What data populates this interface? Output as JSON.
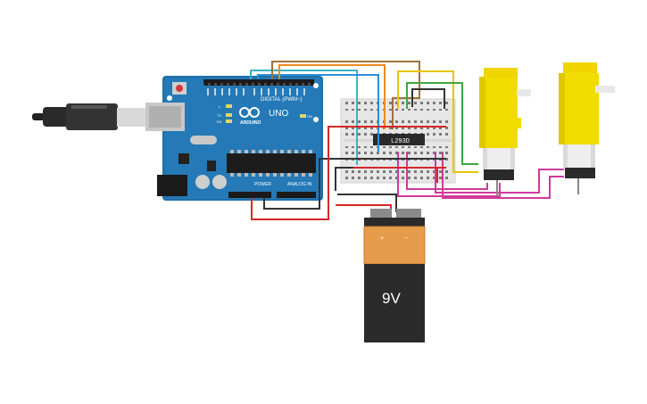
{
  "arduino": {
    "brand": "ARDUINO",
    "model": "UNO",
    "header_digital": "DIGITAL (PWM~)",
    "header_power": "POWER",
    "header_analog": "ANALOG IN",
    "led_l": "L",
    "led_tx": "TX",
    "led_rx": "RX",
    "led_on": "ON"
  },
  "driver_chip": {
    "label": "L293D"
  },
  "battery": {
    "voltage_label": "9V",
    "plus": "+",
    "minus": "−"
  },
  "wire_colors": {
    "teal": "#3bb3c3",
    "blue": "#2b8fd6",
    "brown": "#a0703c",
    "orange": "#f08a1d",
    "yellow": "#e8c400",
    "green": "#3ea640",
    "red": "#d62828",
    "black": "#333333",
    "magenta": "#d03a9b"
  }
}
